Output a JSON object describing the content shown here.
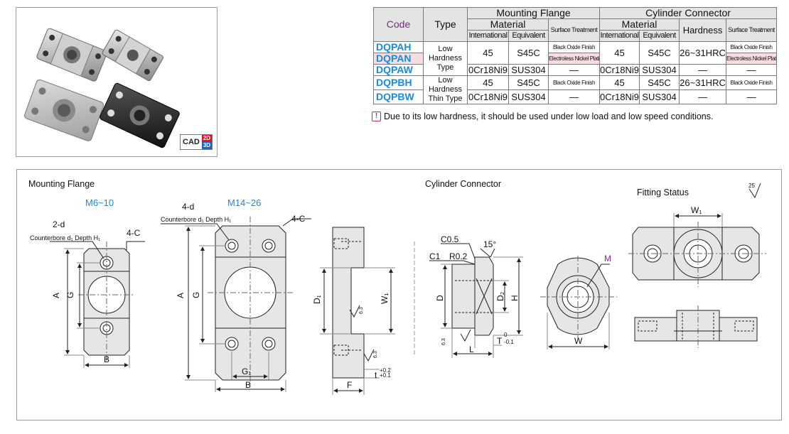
{
  "table": {
    "headers": {
      "code": "Code",
      "type": "Type",
      "mounting_flange": "Mounting Flange",
      "cylinder_connector": "Cylinder Connector",
      "material": "Material",
      "international": "International",
      "equivalent": "Equivalent",
      "surface_treatment": "Surface Treatment",
      "hardness": "Hardness"
    },
    "rows": [
      {
        "code": "DQPAH",
        "type": "Low Hardness Type",
        "flange_intl": "45",
        "flange_equiv": "S45C",
        "flange_surface": "Black Oxide Finish",
        "cyl_intl": "45",
        "cyl_equiv": "S45C",
        "hardness": "26~31HRC",
        "cyl_surface": "Black Oxide Finish"
      },
      {
        "code": "DQPAN",
        "flange_surface": "Electroless Nickel Plating",
        "cyl_surface": "Electroless Nickel Plating"
      },
      {
        "code": "DQPAW",
        "flange_intl": "0Cr18Ni9",
        "flange_equiv": "SUS304",
        "flange_surface": "—",
        "cyl_intl": "0Cr18Ni9",
        "cyl_equiv": "SUS304",
        "hardness": "—",
        "cyl_surface": "—"
      },
      {
        "code": "DQPBH",
        "type": "Low Hardness Thin Type",
        "flange_intl": "45",
        "flange_equiv": "S45C",
        "flange_surface": "Black Oxide Finish",
        "cyl_intl": "45",
        "cyl_equiv": "S45C",
        "hardness": "26~31HRC",
        "cyl_surface": "Black Oxide Finish"
      },
      {
        "code": "DQPBW",
        "flange_intl": "0Cr18Ni9",
        "flange_equiv": "SUS304",
        "flange_surface": "—",
        "cyl_intl": "0Cr18Ni9",
        "cyl_equiv": "SUS304",
        "hardness": "—",
        "cyl_surface": "—"
      }
    ]
  },
  "note": "Due to its low hardness, it should be used under low load and low speed conditions.",
  "note_icon": "warning-icon",
  "cad": {
    "label": "CAD",
    "dim2": "2D",
    "dim3": "3D"
  },
  "drawings": {
    "mounting_flange_title": "Mounting Flange",
    "cylinder_connector_title": "Cylinder Connector",
    "fitting_status_title": "Fitting Status",
    "size_small": "M6~10",
    "size_large": "M14~26",
    "hole_2d": "2-d",
    "hole_4d": "4-d",
    "counterbore": "Counterbore d₁ Depth H₁",
    "chamfer_4c": "4-C",
    "A": "A",
    "G": "G",
    "B": "B",
    "G1": "G₁",
    "D1": "D₁",
    "W1": "W₁",
    "F": "F",
    "t_tol": "t",
    "t_plus_upper": "+0.2",
    "t_plus_lower": "+0.1",
    "rough_63": "6.3",
    "c05": "C0.5",
    "c1": "C1",
    "r02": "R0.2",
    "angle": "15°",
    "D": "D",
    "D2": "D₂",
    "H": "H",
    "L": "L",
    "T_tol": "T",
    "T_upper": "0",
    "T_lower": "-0.1",
    "W": "W",
    "M": "M",
    "rough_25": "25"
  },
  "colors": {
    "code_blue": "#1c8ad6",
    "code_header_purple": "#7a2a86",
    "warning_magenta": "#c0208e",
    "row_pink": "#f7dde2",
    "header_gray": "#e4e4e4"
  }
}
